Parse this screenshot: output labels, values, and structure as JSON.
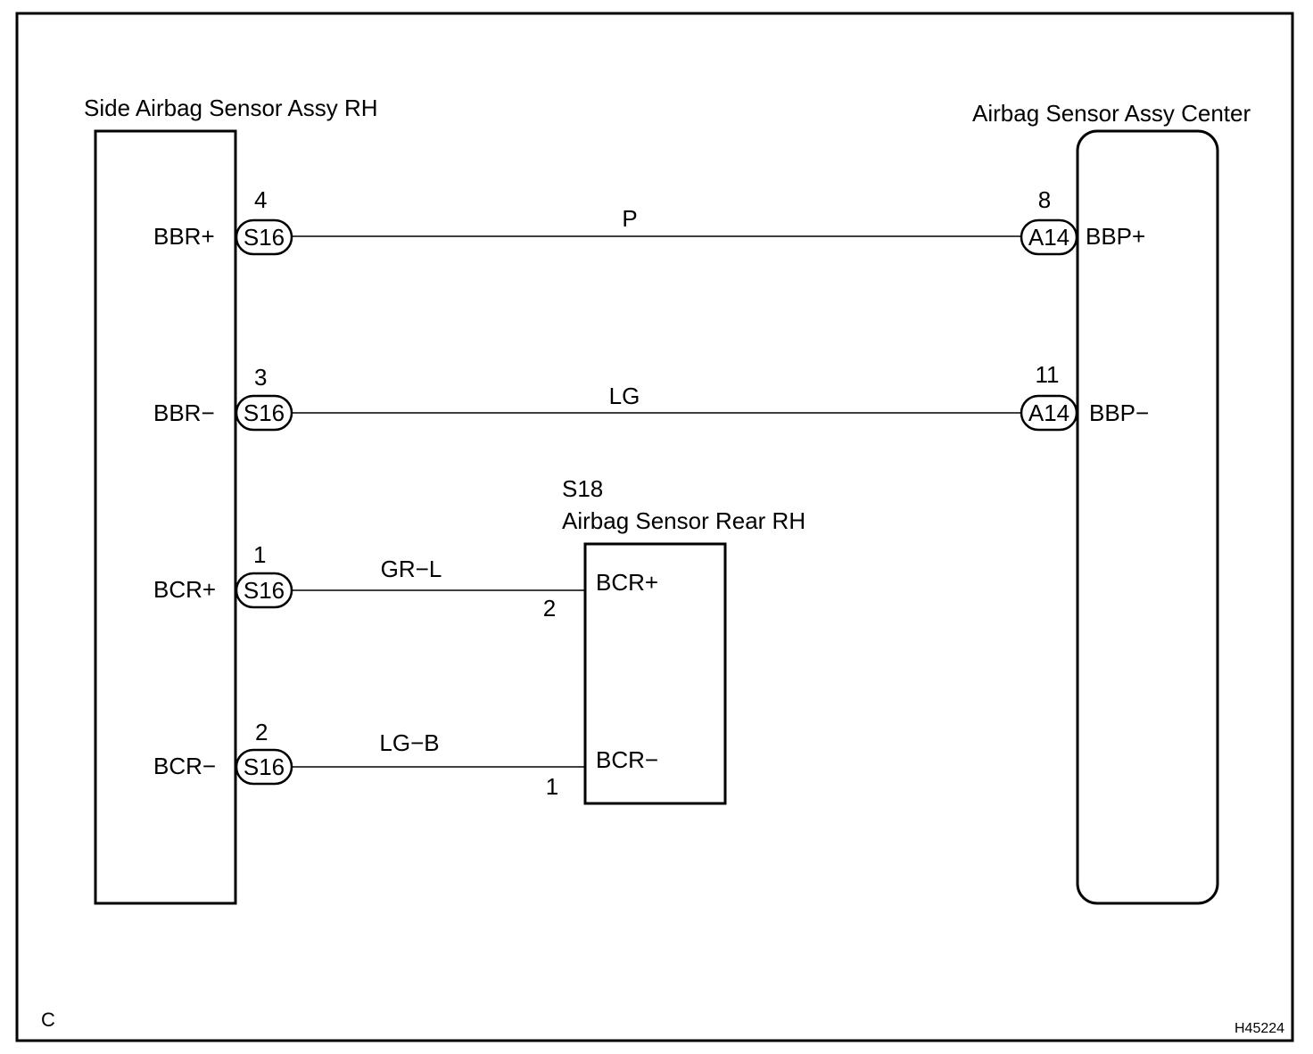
{
  "components": {
    "side_sensor": {
      "title": "Side Airbag Sensor Assy RH"
    },
    "center_sensor": {
      "title": "Airbag Sensor Assy Center"
    },
    "rear_sensor": {
      "code": "S18",
      "title": "Airbag Sensor Rear RH"
    }
  },
  "wires": [
    {
      "from_terminal": "BBR+",
      "from_pin": "4",
      "from_connector": "S16",
      "color_code": "P",
      "to_connector": "A14",
      "to_pin": "8",
      "to_terminal": "BBP+"
    },
    {
      "from_terminal": "BBR−",
      "from_pin": "3",
      "from_connector": "S16",
      "color_code": "LG",
      "to_connector": "A14",
      "to_pin": "11",
      "to_terminal": "BBP−"
    },
    {
      "from_terminal": "BCR+",
      "from_pin": "1",
      "from_connector": "S16",
      "color_code": "GR−L",
      "to_pin": "2",
      "to_terminal": "BCR+"
    },
    {
      "from_terminal": "BCR−",
      "from_pin": "2",
      "from_connector": "S16",
      "color_code": "LG−B",
      "to_pin": "1",
      "to_terminal": "BCR−"
    }
  ],
  "corner_letter": "C",
  "figure_id": "H45224"
}
